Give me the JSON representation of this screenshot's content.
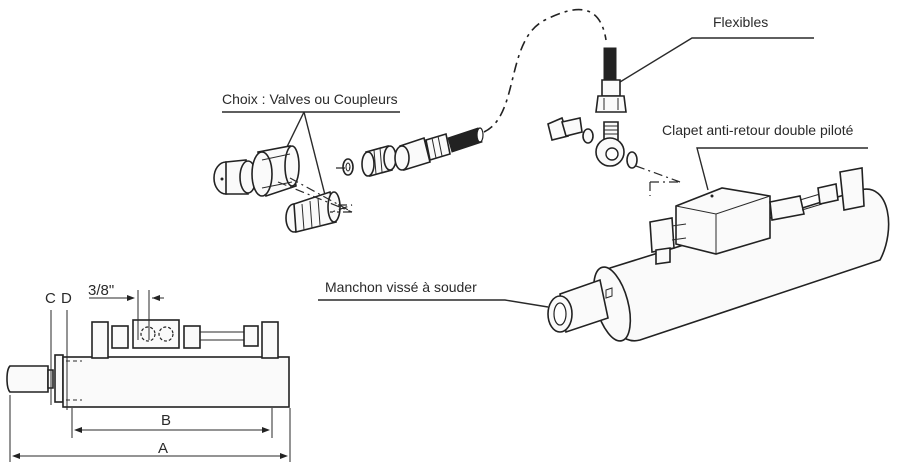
{
  "labels": {
    "flexibles": "Flexibles",
    "choix": "Choix : Valves ou Coupleurs",
    "clapet": "Clapet anti-retour double piloté",
    "manchon": "Manchon vissé à souder"
  },
  "dimensions": {
    "thread": "3/8\"",
    "c": "C",
    "d": "D",
    "b": "B",
    "a": "A"
  }
}
